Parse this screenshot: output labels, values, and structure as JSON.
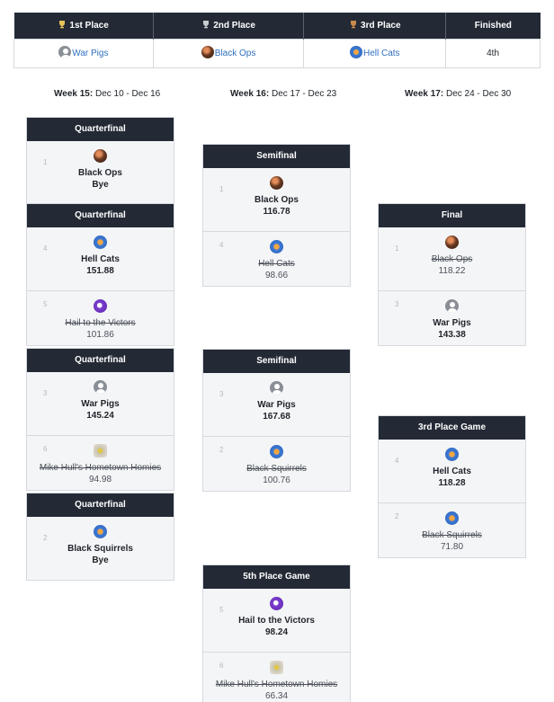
{
  "summary": {
    "headers": [
      "1st Place",
      "2nd Place",
      "3rd Place",
      "Finished"
    ],
    "row": [
      "War Pigs",
      "Black Ops",
      "Hell Cats",
      "4th"
    ]
  },
  "weeks": [
    {
      "label": "Week 15:",
      "dates": "Dec 10 - Dec 16"
    },
    {
      "label": "Week 16:",
      "dates": "Dec 17 - Dec 23"
    },
    {
      "label": "Week 17:",
      "dates": "Dec 24 - Dec 30"
    }
  ],
  "cards": {
    "qf1": {
      "title": "Quarterfinal",
      "slots": [
        {
          "seed": "1",
          "team": "Black Ops",
          "score": "Bye",
          "avatar": "black-ops-icon",
          "winner": true
        }
      ]
    },
    "qf2": {
      "title": "Quarterfinal",
      "slots": [
        {
          "seed": "4",
          "team": "Hell Cats",
          "score": "151.88",
          "avatar": "hell-cats-icon",
          "winner": true
        },
        {
          "seed": "5",
          "team": "Hail to the Victors",
          "score": "101.86",
          "avatar": "victors-icon",
          "winner": false
        }
      ]
    },
    "qf3": {
      "title": "Quarterfinal",
      "slots": [
        {
          "seed": "3",
          "team": "War Pigs",
          "score": "145.24",
          "avatar": "default-avatar-icon",
          "winner": true
        },
        {
          "seed": "6",
          "team": "Mike Hull's Hometown Homies",
          "score": "94.98",
          "avatar": "homies-icon",
          "winner": false
        }
      ]
    },
    "qf4": {
      "title": "Quarterfinal",
      "slots": [
        {
          "seed": "2",
          "team": "Black Squirrels",
          "score": "Bye",
          "avatar": "black-squirrels-icon",
          "winner": true
        }
      ]
    },
    "sf1": {
      "title": "Semifinal",
      "slots": [
        {
          "seed": "1",
          "team": "Black Ops",
          "score": "116.78",
          "avatar": "black-ops-icon",
          "winner": true
        },
        {
          "seed": "4",
          "team": "Hell Cats",
          "score": "98.66",
          "avatar": "hell-cats-icon",
          "winner": false
        }
      ]
    },
    "sf2": {
      "title": "Semifinal",
      "slots": [
        {
          "seed": "3",
          "team": "War Pigs",
          "score": "167.68",
          "avatar": "default-avatar-icon",
          "winner": true
        },
        {
          "seed": "2",
          "team": "Black Squirrels",
          "score": "100.76",
          "avatar": "black-squirrels-icon",
          "winner": false
        }
      ]
    },
    "fifth": {
      "title": "5th Place Game",
      "slots": [
        {
          "seed": "5",
          "team": "Hail to the Victors",
          "score": "98.24",
          "avatar": "victors-icon",
          "winner": true
        },
        {
          "seed": "6",
          "team": "Mike Hull's Hometown Homies",
          "score": "66.34",
          "avatar": "homies-icon",
          "winner": false
        }
      ]
    },
    "final": {
      "title": "Final",
      "slots": [
        {
          "seed": "1",
          "team": "Black Ops",
          "score": "118.22",
          "avatar": "black-ops-icon",
          "winner": false
        },
        {
          "seed": "3",
          "team": "War Pigs",
          "score": "143.38",
          "avatar": "default-avatar-icon",
          "winner": true
        }
      ]
    },
    "third": {
      "title": "3rd Place Game",
      "slots": [
        {
          "seed": "4",
          "team": "Hell Cats",
          "score": "118.28",
          "avatar": "hell-cats-icon",
          "winner": true
        },
        {
          "seed": "2",
          "team": "Black Squirrels",
          "score": "71.80",
          "avatar": "black-squirrels-icon",
          "winner": false
        }
      ]
    }
  },
  "colors": {
    "header_bg": "#232a35",
    "link": "#2f6fbf",
    "card_bg": "#f4f5f7",
    "border": "#d6d9de"
  }
}
